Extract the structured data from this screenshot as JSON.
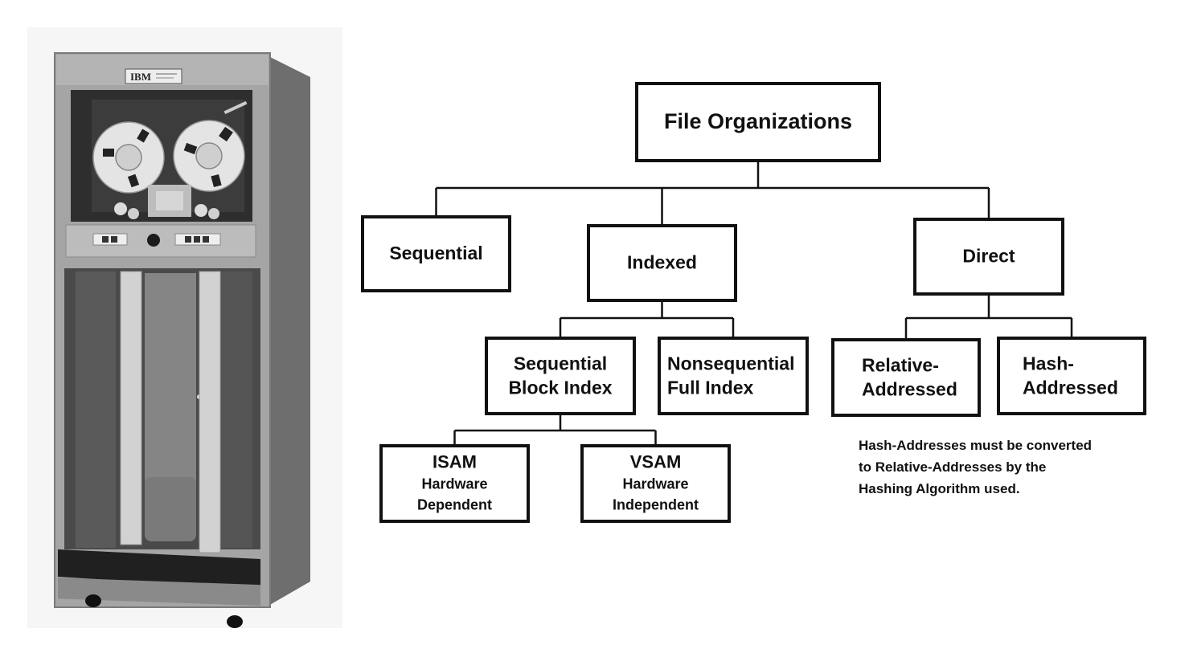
{
  "photo": {
    "subject": "IBM tape drive cabinet",
    "label_text": "IBM"
  },
  "diagram": {
    "root": {
      "id": "file-organizations",
      "lines": [
        "File Organizations"
      ]
    },
    "nodes": [
      {
        "id": "sequential",
        "parent": "file-organizations",
        "lines": [
          "Sequential"
        ]
      },
      {
        "id": "indexed",
        "parent": "file-organizations",
        "lines": [
          "Indexed"
        ]
      },
      {
        "id": "direct",
        "parent": "file-organizations",
        "lines": [
          "Direct"
        ]
      },
      {
        "id": "sequential-block-index",
        "parent": "indexed",
        "lines": [
          "Sequential",
          "Block Index"
        ]
      },
      {
        "id": "nonsequential-full-index",
        "parent": "indexed",
        "lines": [
          "Nonsequential",
          "Full Index"
        ]
      },
      {
        "id": "relative-addressed",
        "parent": "direct",
        "lines": [
          "Relative-",
          "Addressed"
        ]
      },
      {
        "id": "hash-addressed",
        "parent": "direct",
        "lines": [
          "Hash-",
          "Addressed"
        ]
      },
      {
        "id": "isam",
        "parent": "sequential-block-index",
        "lines": [
          "ISAM",
          "Hardware",
          "Dependent"
        ]
      },
      {
        "id": "vsam",
        "parent": "sequential-block-index",
        "lines": [
          "VSAM",
          "Hardware",
          "Independent"
        ]
      }
    ],
    "note": {
      "lines": [
        "Hash-Addresses must be converted",
        "to Relative-Addresses by the",
        "Hashing Algorithm used."
      ]
    }
  },
  "colors": {
    "ink": "#111111",
    "background": "#ffffff",
    "cabinet_body": "#9a9a9a",
    "cabinet_dark": "#3a3a3a"
  }
}
